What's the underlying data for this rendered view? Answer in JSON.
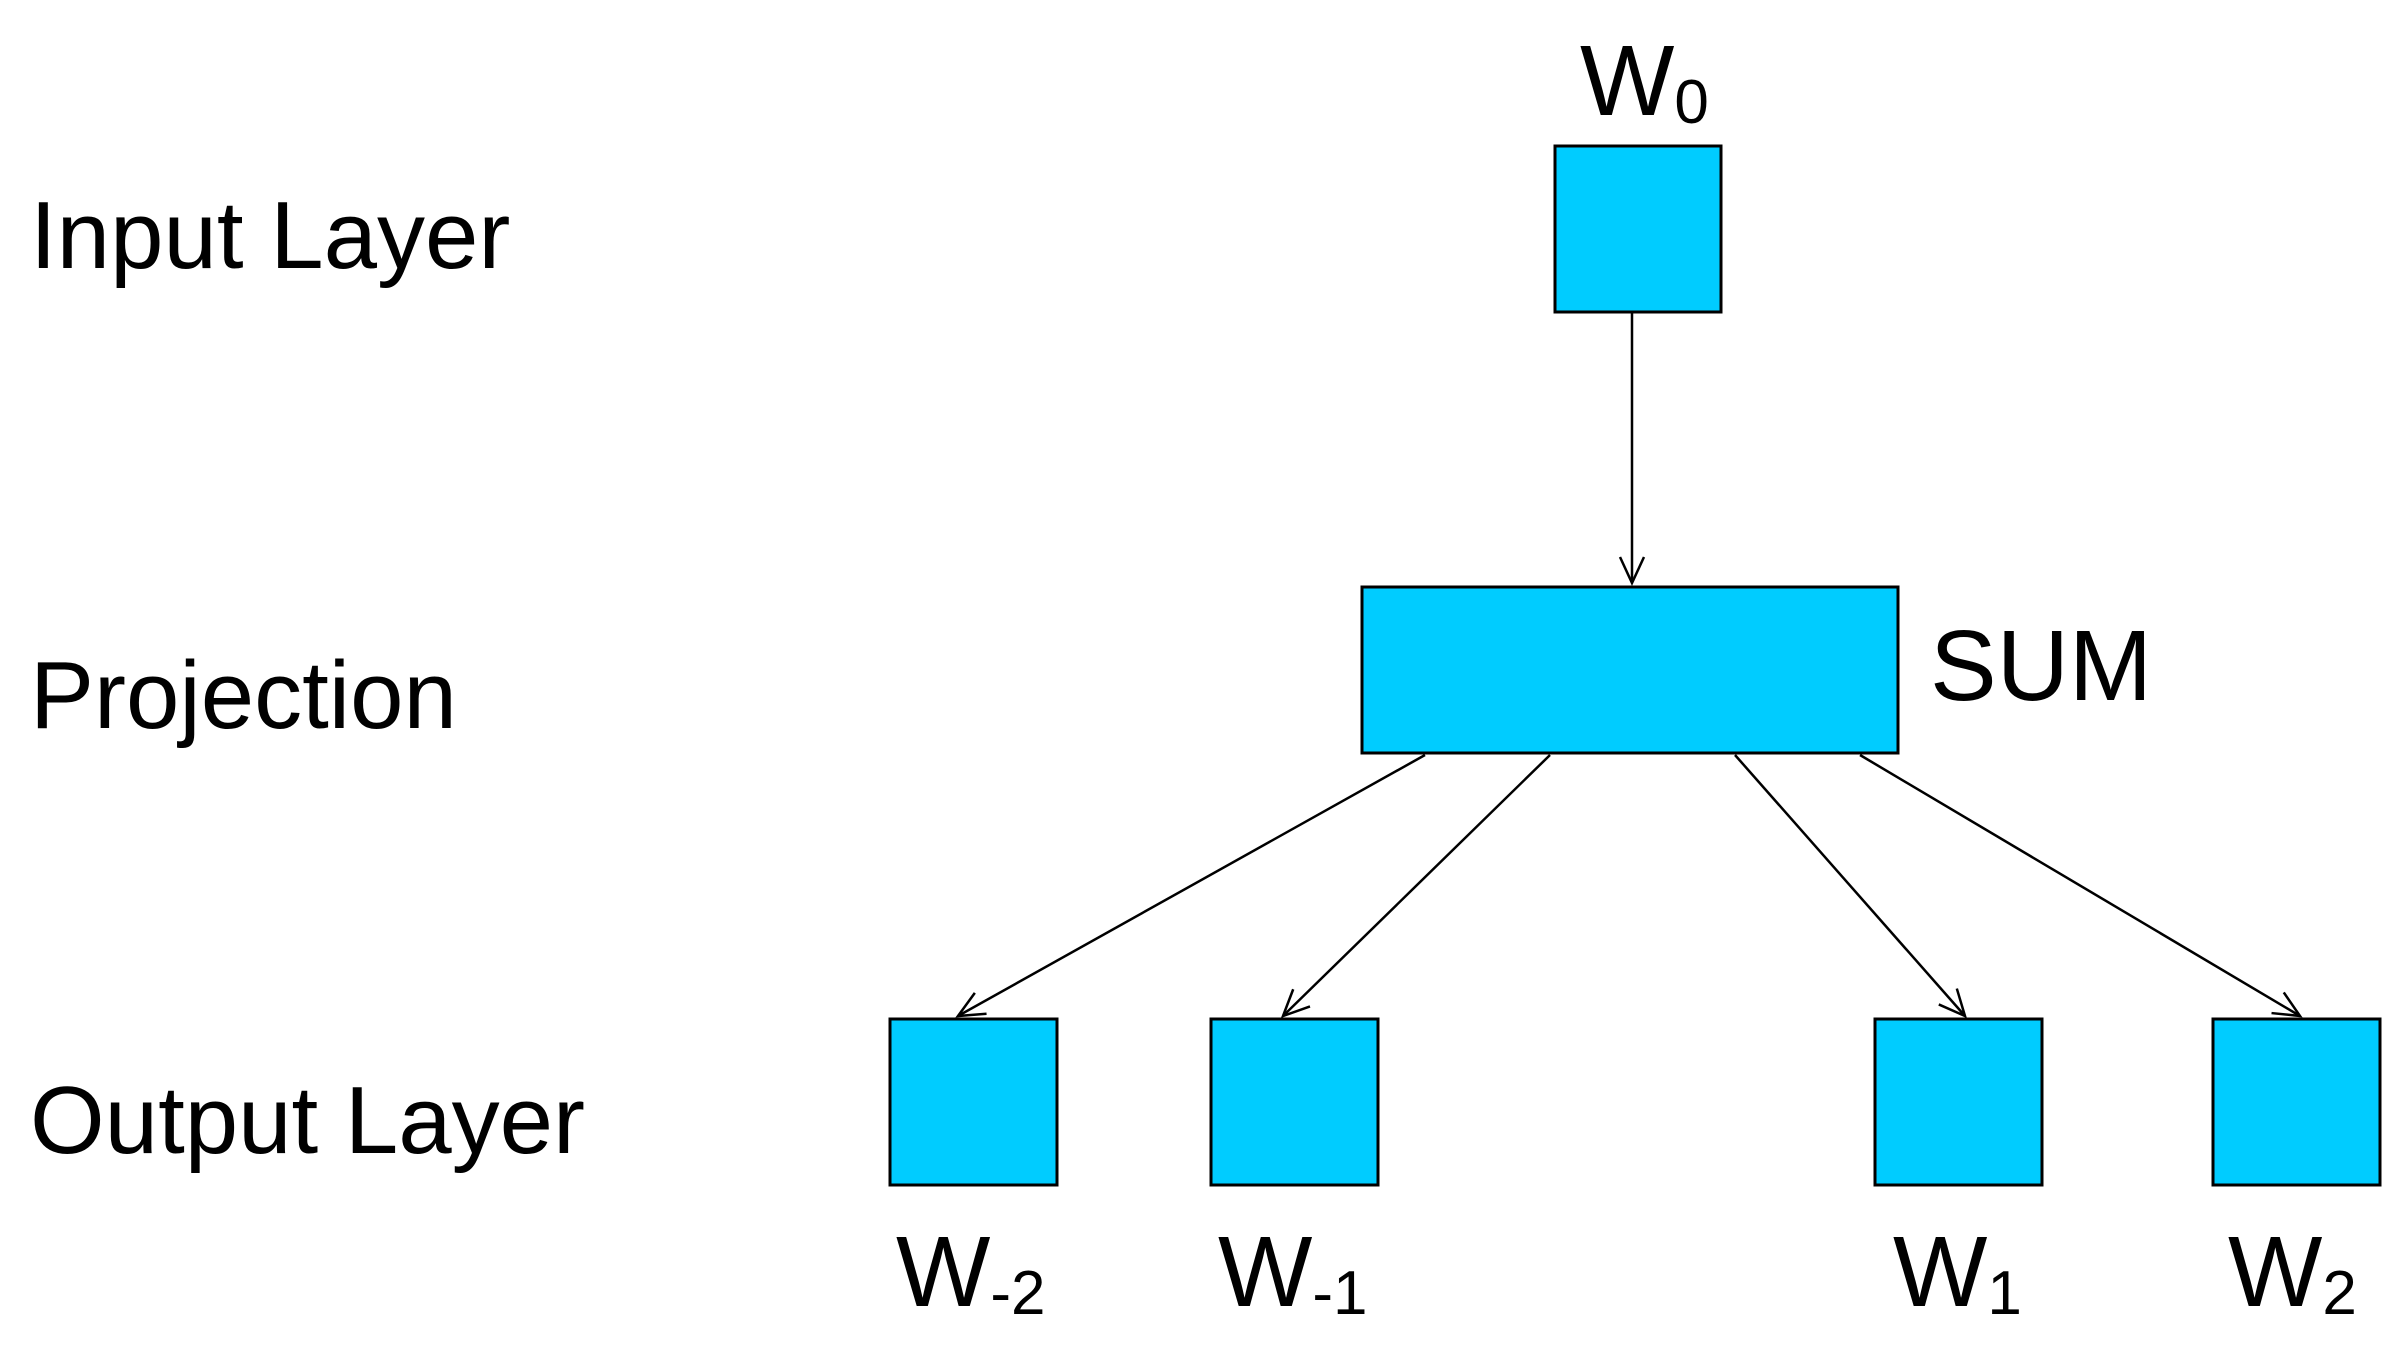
{
  "layers": {
    "input": "Input Layer",
    "projection": "Projection",
    "output": "Output Layer"
  },
  "nodes": {
    "input": {
      "main": "W",
      "sub": "0"
    },
    "projection": {
      "label": "SUM"
    },
    "output": [
      {
        "main": "W",
        "sub": "-2"
      },
      {
        "main": "W",
        "sub": "-1"
      },
      {
        "main": "W",
        "sub": "1"
      },
      {
        "main": "W",
        "sub": "2"
      }
    ]
  },
  "colors": {
    "node_fill": "#00ccff",
    "node_stroke": "#000000",
    "edge": "#000000",
    "text": "#000000",
    "background": "#ffffff"
  }
}
